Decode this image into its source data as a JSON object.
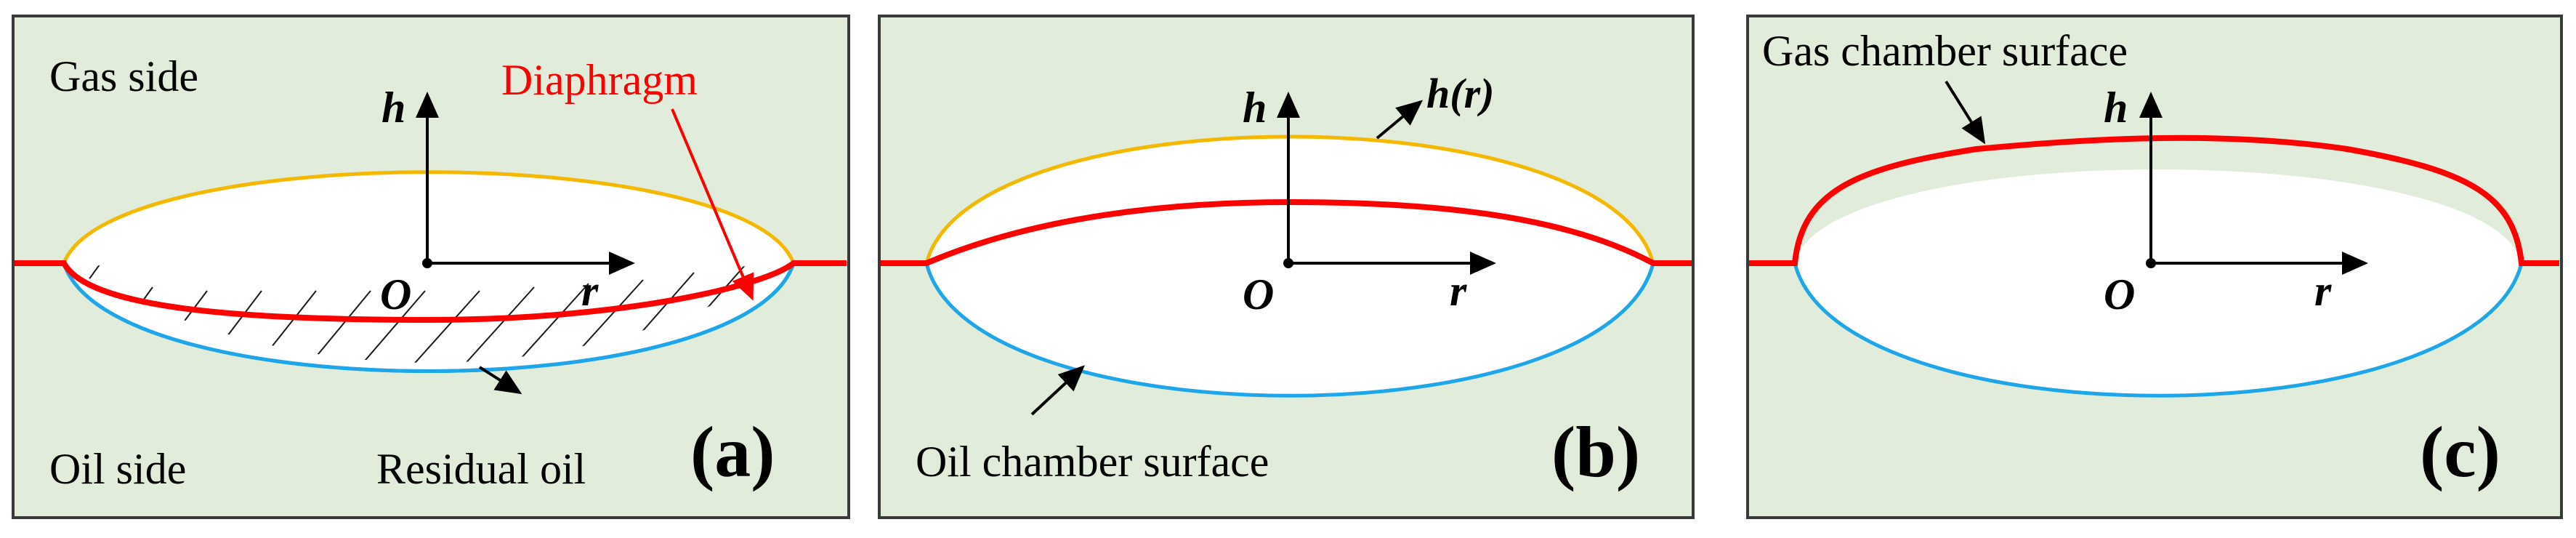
{
  "colors": {
    "background": "#e2ecda",
    "frame": "#3a3a3a",
    "diaphragm": "#ff0000",
    "upper_surface": "#f5b800",
    "lower_surface": "#1ea6e8",
    "axis": "#000000"
  },
  "panels": [
    {
      "id": "a",
      "label": "(a)",
      "axis_h": "h",
      "axis_r": "r",
      "origin": "O",
      "text_top_left": "Gas side",
      "text_bottom_left": "Oil side",
      "diaphragm_label": "Diaphragm",
      "residual_label": "Residual oil"
    },
    {
      "id": "b",
      "label": "(b)",
      "axis_h": "h",
      "axis_r": "r",
      "origin": "O",
      "curve_label": "h(r)",
      "oil_surface_label": "Oil chamber surface"
    },
    {
      "id": "c",
      "label": "(c)",
      "axis_h": "h",
      "axis_r": "r",
      "origin": "O",
      "gas_surface_label": "Gas chamber surface"
    }
  ]
}
